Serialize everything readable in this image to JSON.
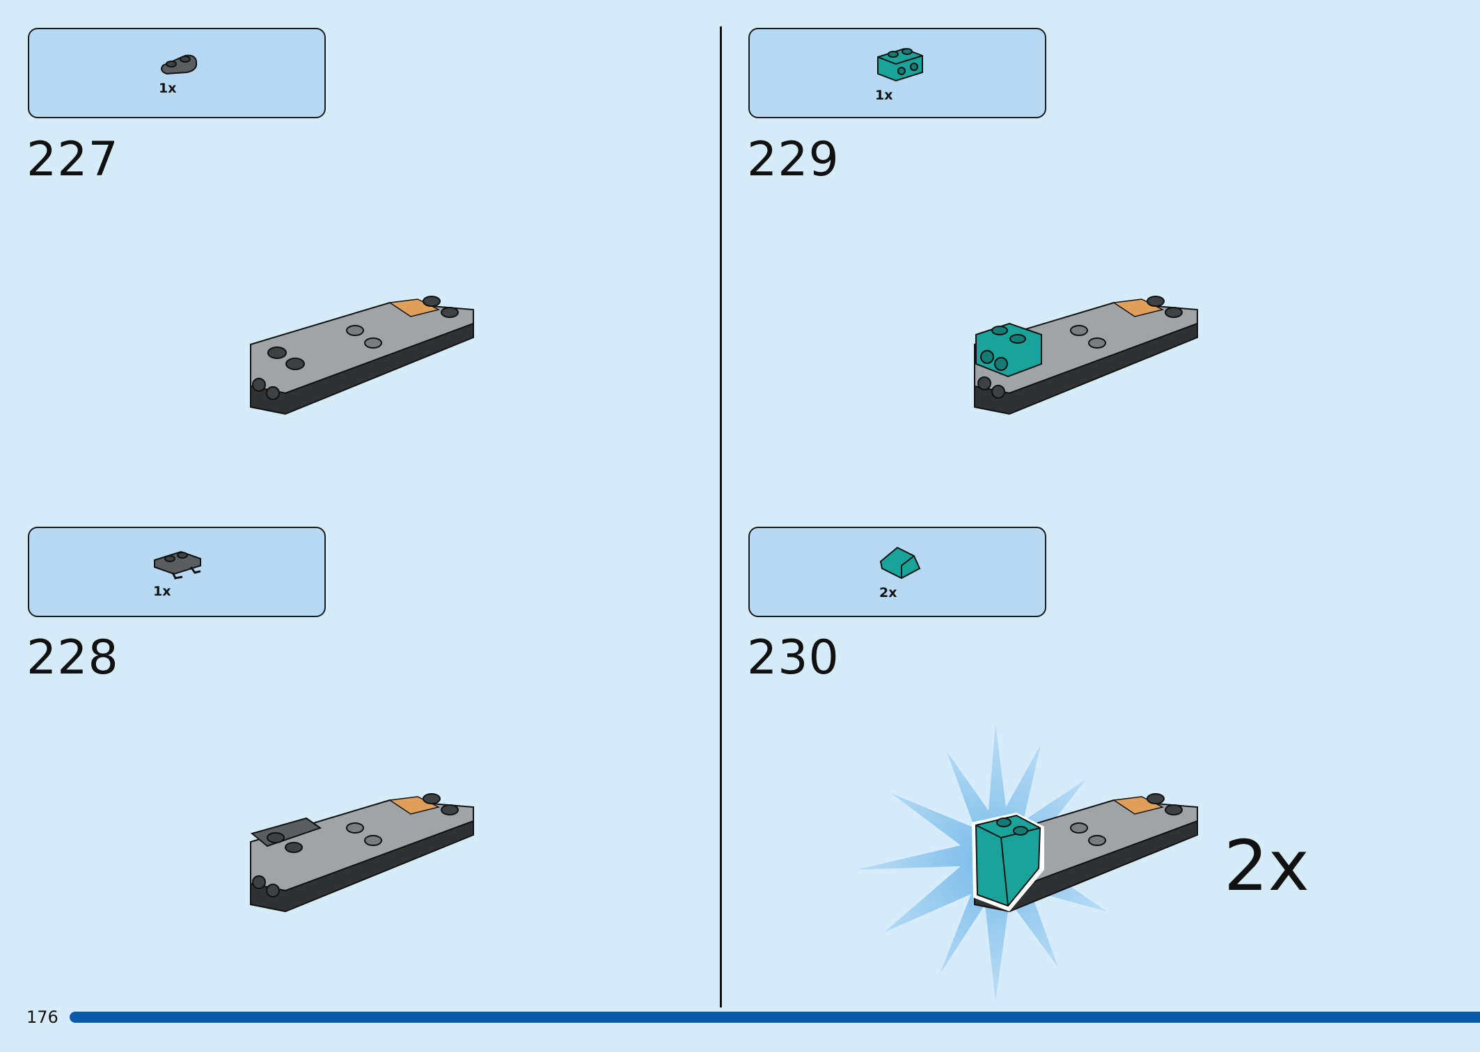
{
  "page": {
    "number": "176"
  },
  "steps": [
    {
      "number": "227",
      "parts": [
        {
          "icon": "dark-gray-round-plate-1x2-icon",
          "quantity": "1x"
        }
      ]
    },
    {
      "number": "228",
      "parts": [
        {
          "icon": "dark-gray-clip-plate-1x2-icon",
          "quantity": "1x"
        }
      ]
    },
    {
      "number": "229",
      "parts": [
        {
          "icon": "teal-bracket-1x2-icon",
          "quantity": "1x"
        }
      ]
    },
    {
      "number": "230",
      "parts": [
        {
          "icon": "teal-slope-tile-icon",
          "quantity": "2x"
        }
      ],
      "multiplier": "2x"
    }
  ],
  "progress": 1.0,
  "colors": {
    "background": "#d6ecfa",
    "callout": "#b6d9f6",
    "progress": "#0a5aab",
    "teal": "#1aa39a",
    "dark_gray": "#5a5e61",
    "light_gray": "#a0a4a6",
    "tan": "#e0a05a"
  }
}
